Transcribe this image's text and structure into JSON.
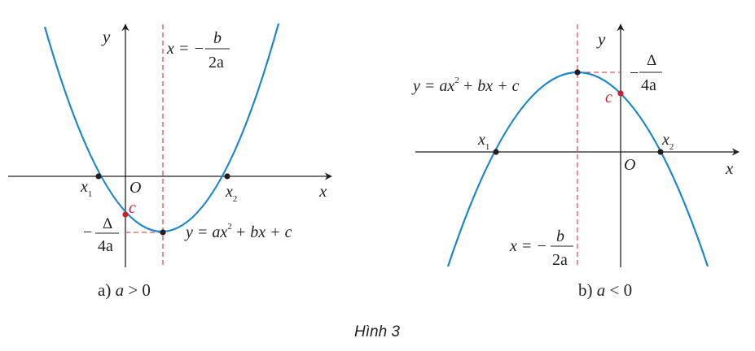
{
  "figure": {
    "caption": "Hình 3",
    "colors": {
      "curve": "#1a87c9",
      "axis": "#231f20",
      "dashed": "#d9535b",
      "c_point": "#c8202f",
      "points": "#231f20"
    }
  },
  "graph_a": {
    "label_prefix": "a)",
    "label_a": "a",
    "label_rel": "> 0",
    "axis_x": "x",
    "axis_y": "y",
    "origin": "O",
    "root1": "x",
    "root1_sub": "1",
    "root2": "x",
    "root2_sub": "2",
    "c_label": "c",
    "axis_of_symmetry_lhs": "x = −",
    "axis_of_symmetry_num": "b",
    "axis_of_symmetry_den": "2a",
    "vertex_y_sign": "−",
    "vertex_y_num": "Δ",
    "vertex_y_den": "4a",
    "equation_lhs": "y = ax",
    "equation_exp": "2",
    "equation_rhs": "+ bx + c"
  },
  "graph_b": {
    "label_prefix": "b)",
    "label_a": "a",
    "label_rel": "< 0",
    "axis_x": "x",
    "axis_y": "y",
    "origin": "O",
    "root1": "x",
    "root1_sub": "1",
    "root2": "x",
    "root2_sub": "2",
    "c_label": "c",
    "axis_of_symmetry_lhs": "x = −",
    "axis_of_symmetry_num": "b",
    "axis_of_symmetry_den": "2a",
    "vertex_y_sign": "−",
    "vertex_y_num": "Δ",
    "vertex_y_den": "4a",
    "equation_lhs": "y = ax",
    "equation_exp": "2",
    "equation_rhs": "+ bx + c"
  }
}
